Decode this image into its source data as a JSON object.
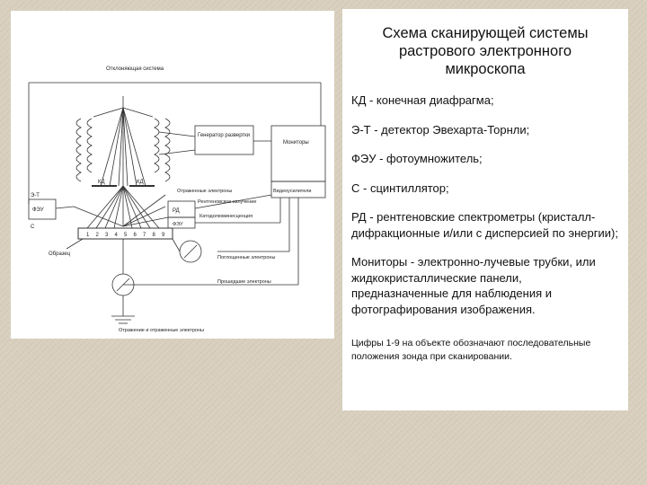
{
  "diagram": {
    "labels": {
      "deflection": "Отклоняющая система",
      "generator": "Генератор развертки",
      "monitors": "Мониторы",
      "video": "Видеоусилители",
      "kd_left": "КД",
      "kd_right": "КД",
      "reflected": "Отраженные электроны",
      "xray": "Рентгеновское излучение",
      "cathodo": "Катодолюминесценция",
      "absorbed": "Поглощенные электроны",
      "passed": "Прошедшие электроны",
      "sample": "Образец",
      "bottom": "Отражение и отраженные электроны",
      "et": "Э-Т",
      "feu": "ФЭУ",
      "c": "С",
      "rd": "РД",
      "feu2": "ФЭУ",
      "positions": [
        "1",
        "2",
        "3",
        "4",
        "5",
        "6",
        "7",
        "8",
        "9"
      ]
    }
  },
  "panel": {
    "title": "Схема сканирующей системы растрового электронного микроскопа",
    "definitions": [
      "КД - конечная диафрагма;",
      "Э-Т - детектор Эвехарта-Торнли;",
      "ФЭУ - фотоумножитель;",
      "С - сцинтиллятор;",
      "РД - рентгеновские спектрометры (кристалл-дифракционные и/или с дисперсией по энергии);",
      "Мониторы - электронно-лучевые трубки, или жидкокристаллические панели, предназначенные для наблюдения и фотографирования изображения."
    ],
    "note": "Цифры 1-9 на объекте обозначают последовательные положения зонда при сканировании."
  }
}
